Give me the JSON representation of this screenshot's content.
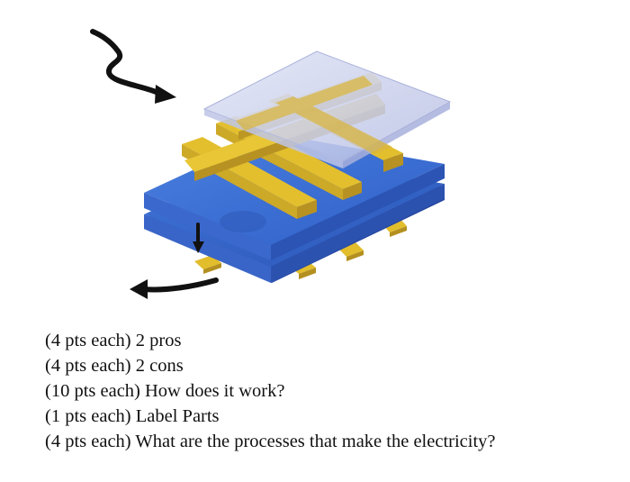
{
  "questions": [
    "(4 pts each) 2 pros",
    "(4 pts each) 2 cons",
    "(10 pts each) How does it work?",
    "(1 pts each) Label Parts",
    "(4 pts each) What are the processes that make the electricity?"
  ],
  "colors": {
    "glass": "#c8cdea",
    "top_plate": "#3d6fd2",
    "bottom_plate": "#3560c4",
    "plate_edge": "#2a4fa6",
    "gold": "#e3bf2e",
    "gold_dark": "#b79222",
    "arrow": "#111111"
  }
}
